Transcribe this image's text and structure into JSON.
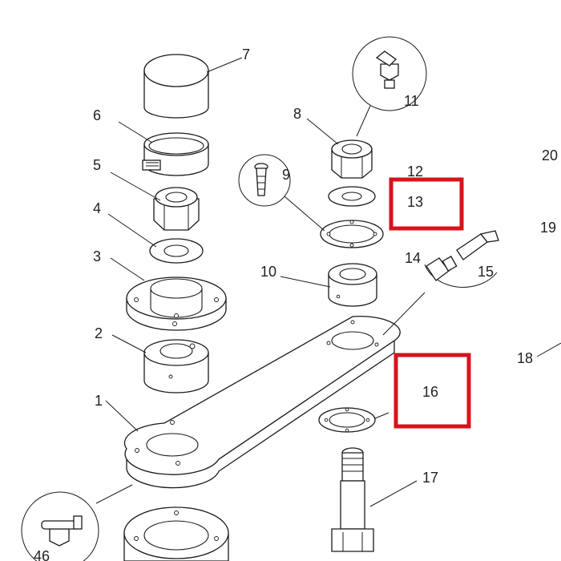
{
  "callouts": {
    "c1": "1",
    "c2": "2",
    "c3": "3",
    "c4": "4",
    "c5": "5",
    "c6": "6",
    "c7": "7",
    "c8": "8",
    "c9": "9",
    "c10": "10",
    "c11": "11",
    "c12": "12",
    "c13": "13",
    "c14": "14",
    "c15": "15",
    "c16": "16",
    "c17": "17",
    "c18": "18",
    "c19": "19",
    "c20": "20",
    "c46": "46"
  },
  "highlight_color": "#d8131b"
}
